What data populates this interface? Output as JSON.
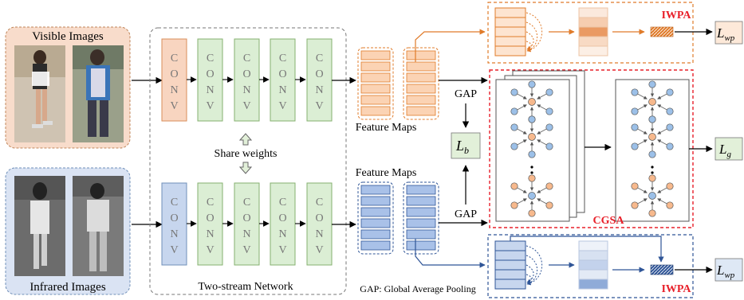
{
  "visible_panel": {
    "label": "Visible Images"
  },
  "infrared_panel": {
    "label": "Infrared Images"
  },
  "network": {
    "conv_letters": [
      "C",
      "O",
      "N",
      "V"
    ],
    "share_label": "Share weights",
    "caption": "Two-stream Network"
  },
  "features": {
    "top_label": "Feature Maps",
    "bottom_label": "Feature Maps"
  },
  "gap": {
    "top_label": "GAP",
    "bottom_label": "GAP",
    "footnote": "GAP: Global Average Pooling"
  },
  "losses": {
    "b": {
      "sym": "L",
      "sub": "b"
    },
    "wp_top": {
      "sym": "L",
      "sub": "wp"
    },
    "g": {
      "sym": "L",
      "sub": "g"
    },
    "wp_bottom": {
      "sym": "L",
      "sub": "wp"
    }
  },
  "modules": {
    "iwpa_top": "IWPA",
    "cgsa": "CGSA",
    "iwpa_bottom": "IWPA"
  },
  "colors": {
    "orange": "#e07b2a",
    "blue": "#2f5597",
    "red": "#e8202a",
    "visible_bg": "#f8dccb",
    "infrared_bg": "#dae3f3",
    "conv_orange": "#f8d5c0",
    "conv_green": "#dbeed4",
    "conv_blue": "#c7d6ee",
    "loss_bg_orange": "#fde9d9",
    "loss_bg_green": "#e2f0d9",
    "loss_bg_blue": "#dee8f5"
  }
}
